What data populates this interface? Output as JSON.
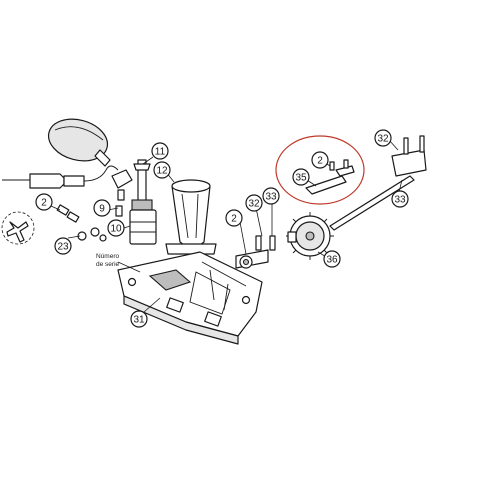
{
  "callouts": {
    "c2a": "2",
    "c23": "23",
    "c9": "9",
    "c10": "10",
    "c11": "11",
    "c12": "12",
    "c31": "31",
    "c2b": "2",
    "c32": "32",
    "c33a": "33",
    "c36": "36",
    "c2c": "2",
    "c35": "35",
    "c32b": "32",
    "c33b": "33"
  },
  "serial_note": {
    "line1": "Número",
    "line2": "de serie"
  },
  "highlight_color": "#c0392b"
}
